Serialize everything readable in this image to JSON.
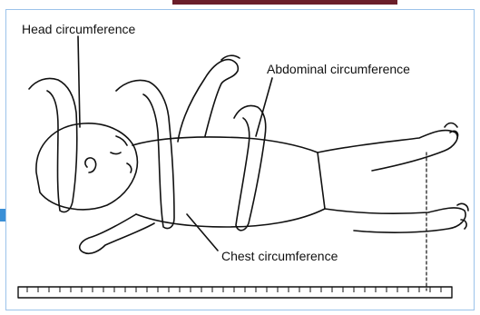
{
  "labels": {
    "head": "Head circumference",
    "abdominal": "Abdominal circumference",
    "chest": "Chest circumference"
  },
  "colors": {
    "frame_border": "#9cc3ea",
    "top_bar": "#6b1e2a",
    "side_tab": "#3a8fd6",
    "ink": "#111111"
  }
}
